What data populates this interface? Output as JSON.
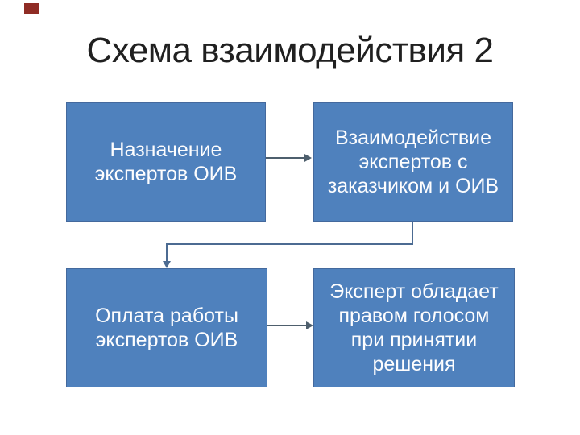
{
  "slide": {
    "title": "Схема взаимодействия 2",
    "background_color": "#ffffff",
    "accent_mark_color": "#8f2c25",
    "title_color": "#202020"
  },
  "diagram": {
    "box_fill_color": "#4f81bd",
    "box_border_color": "#44699d",
    "box_text_color": "#fdfdfe",
    "connector_color": "#4c6b92",
    "boxes": [
      {
        "id": "assign-experts",
        "text": "Назначение\nэкспертов ОИВ"
      },
      {
        "id": "interaction",
        "text": "Взаимодействие\nэкспертов с\nзаказчиком и ОИВ"
      },
      {
        "id": "payment",
        "text": "Оплата работы\nэкспертов ОИВ"
      },
      {
        "id": "voting-right",
        "text": "Эксперт обладает\nправом голосом\nпри принятии\nрешения"
      }
    ],
    "connections": [
      {
        "from": "assign-experts",
        "to": "interaction",
        "type": "straight-arrow"
      },
      {
        "from": "interaction",
        "to": "payment",
        "type": "elbow-arrow"
      },
      {
        "from": "payment",
        "to": "voting-right",
        "type": "straight-arrow"
      }
    ]
  }
}
